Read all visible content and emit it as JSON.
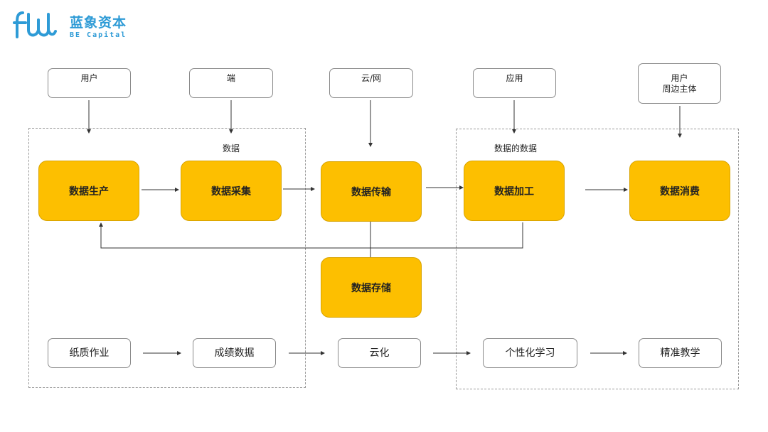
{
  "logo": {
    "name_cn": "蓝象资本",
    "name_en": "BE Capital",
    "icon": "fw-logo-icon"
  },
  "top_boxes": {
    "users": "用户",
    "device": "端",
    "cloud_net": "云/网",
    "application": "应用",
    "users_2": "用户",
    "peripheral": "周边主体"
  },
  "labels": {
    "data": "数据",
    "data_of_data": "数据的数据"
  },
  "stages": {
    "production": "数据生产",
    "collection": "数据采集",
    "transmission": "数据传输",
    "processing": "数据加工",
    "consumption": "数据消费",
    "storage": "数据存储"
  },
  "bottom_row": {
    "paper_homework": "纸质作业",
    "score_data": "成绩数据",
    "cloudify": "云化",
    "personalized_learning": "个性化学习",
    "precision_teaching": "精准教学"
  },
  "colors": {
    "stage_fill": "#fdbf00",
    "logo": "#2e9bd6",
    "line": "#333333"
  }
}
